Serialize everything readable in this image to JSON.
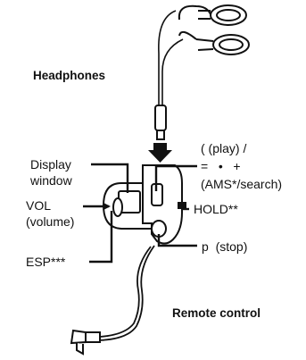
{
  "labels": {
    "headphones": "Headphones",
    "remote_control": "Remote control",
    "display_window_line1": "Display",
    "display_window_line2": "window",
    "vol_line1": "VOL",
    "vol_line2": "(volume)",
    "esp": "ESP***",
    "play_line1": "( (play) /",
    "play_line2": "=   •   +",
    "play_line3": "(AMS*/search)",
    "hold": "HOLD**",
    "stop": "p  (stop)"
  }
}
